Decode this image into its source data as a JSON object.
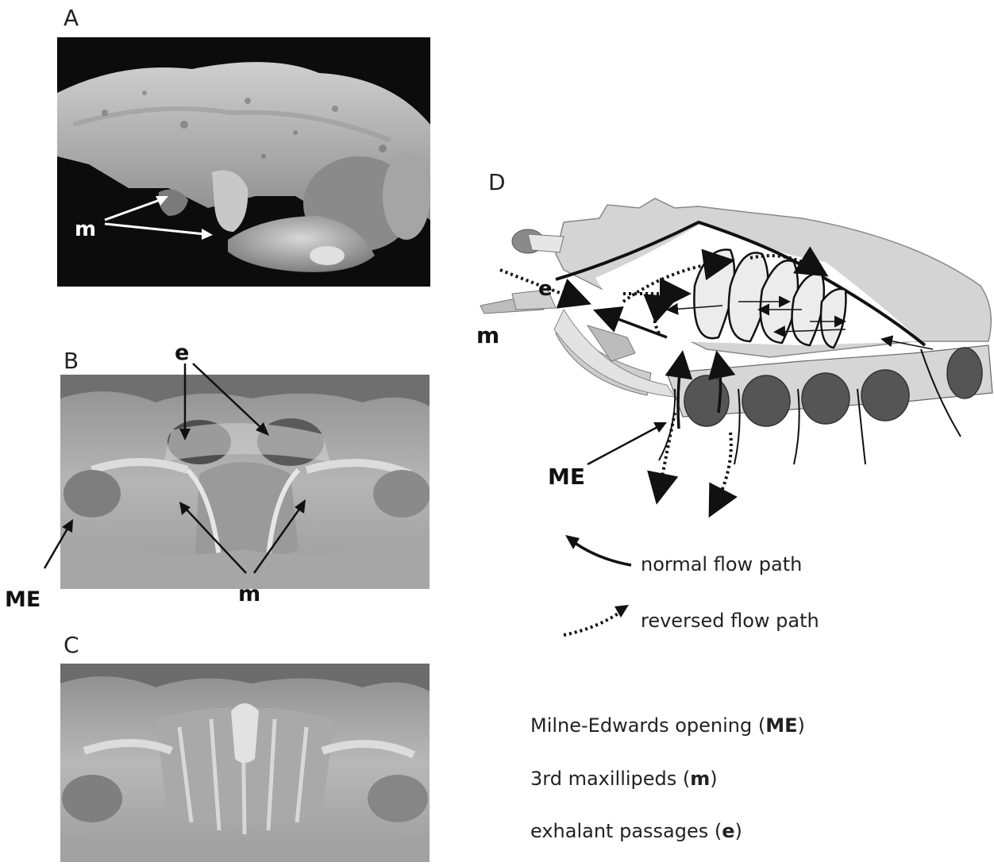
{
  "panels": {
    "a": "A",
    "b": "B",
    "c": "C",
    "d": "D"
  },
  "labels": {
    "m": "m",
    "e": "e",
    "me": "ME"
  },
  "legend": {
    "normal": "normal flow path",
    "reversed": "reversed flow path"
  },
  "key": {
    "me_text": "Milne-Edwards opening (",
    "me_abbr": "ME",
    "m_text": "3rd maxillipeds (",
    "m_abbr": "m",
    "e_text": "exhalant passages (",
    "e_abbr": "e",
    "close": ")"
  }
}
